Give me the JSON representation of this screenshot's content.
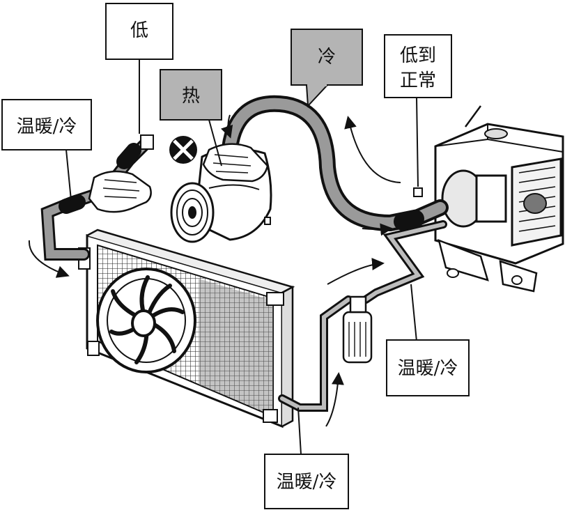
{
  "labels": {
    "low": "低",
    "hot": "热",
    "cold": "冷",
    "low_to_normal_line1": "低到",
    "low_to_normal_line2": "正常",
    "warm_cold_left": "温暖/冷",
    "warm_cold_right": "温暖/冷",
    "warm_cold_bottom": "温暖/冷"
  },
  "colors": {
    "line": "#111111",
    "hose": "#9a9a9a",
    "shaded_box": "#b4b4b4",
    "background": "#ffffff"
  },
  "icons": [
    "blocked-valve-icon",
    "flow-arrow-icon",
    "fan-icon",
    "hand-icon"
  ]
}
